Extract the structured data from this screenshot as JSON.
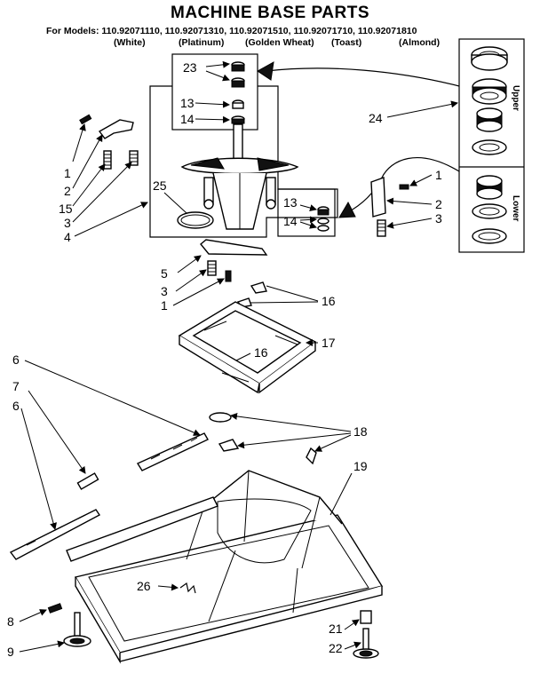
{
  "title": "MACHINE BASE PARTS",
  "models_line": "For Models: 110.92071110, 110.92071310, 110.92071510, 110.92071710, 110.92071810",
  "colors": [
    "(White)",
    "(Platinum)",
    "(Golden Wheat)",
    "(Toast)",
    "(Almond)"
  ],
  "side_labels": {
    "upper": "Upper",
    "lower": "Lower"
  },
  "callouts": {
    "c1a": "1",
    "c2a": "2",
    "c15": "15",
    "c3a": "3",
    "c4": "4",
    "c23": "23",
    "c13a": "13",
    "c14a": "14",
    "c25": "25",
    "c24": "24",
    "c1b": "1",
    "c2b": "2",
    "c3b": "3",
    "c13b": "13",
    "c14b": "14",
    "c5": "5",
    "c3c": "3",
    "c1c": "1",
    "c16a": "16",
    "c16b": "16",
    "c17": "17",
    "c6a": "6",
    "c7": "7",
    "c6b": "6",
    "c18": "18",
    "c19": "19",
    "c26": "26",
    "c8": "8",
    "c9": "9",
    "c21": "21",
    "c22": "22"
  }
}
